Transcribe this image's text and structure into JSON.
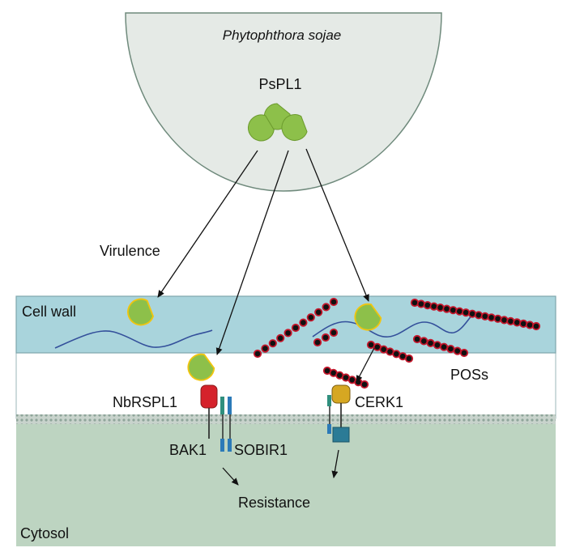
{
  "pathogen": {
    "name": "Phytophthora sojae",
    "protein": "PsPL1"
  },
  "labels": {
    "virulence": "Virulence",
    "cell_wall": "Cell wall",
    "poss": "POSs",
    "receptor": "NbRSPL1",
    "cerk1": "CERK1",
    "bak1": "BAK1",
    "sobir1": "SOBIR1",
    "resistance": "Resistance",
    "cytosol": "Cytosol"
  },
  "colors": {
    "pathogen_fill": "#e5eae6",
    "cell_wall_fill": "#a9d4dc",
    "cytosol_fill": "#bdd4c1",
    "membrane": "#9bb0a6",
    "pacman_fill": "#8dc04a",
    "pacman_outline_yellow": "#f1c50f",
    "pos_bead": "#111111",
    "pos_bead_outline": "#c4172c",
    "receptor_red": "#d5222b",
    "cerk1_gold": "#d6a722",
    "coreceptor_blue": "#2b7ab8",
    "coreceptor_teal": "#2f8f7e",
    "kinase_box": "#2b7b96",
    "fiber": "#34509b",
    "arrow": "#111111"
  }
}
